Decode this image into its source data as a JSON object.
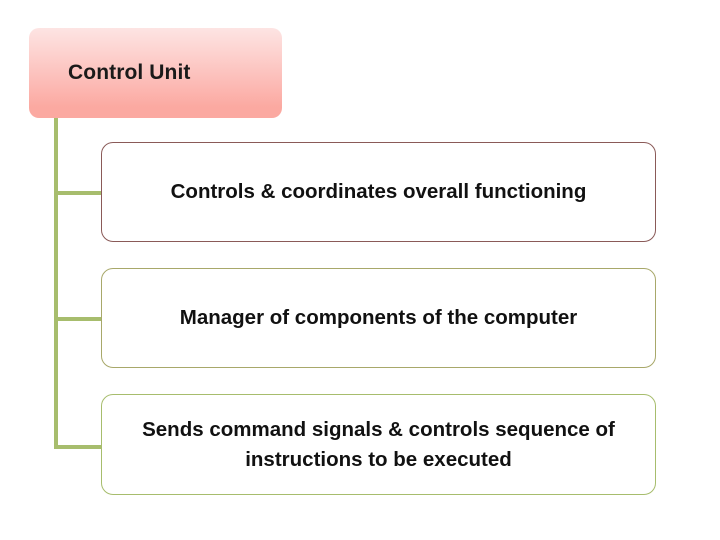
{
  "diagram": {
    "type": "hierarchy-tree",
    "root": {
      "label": "Control Unit",
      "fill_top_color": "#fde4e3",
      "fill_bottom_color": "#fba9a1",
      "text_color": "#1a1a1a"
    },
    "connector": {
      "color": "#a7bd6d",
      "style": "elbow"
    },
    "children": [
      {
        "label": "Controls & coordinates overall functioning",
        "border_color": "#8a5a58",
        "fill_color": "#ffffff",
        "text_color": "#111111"
      },
      {
        "label": "Manager of components of the computer",
        "border_color": "#a8a86a",
        "fill_color": "#ffffff",
        "text_color": "#111111"
      },
      {
        "label": "Sends command signals & controls sequence of instructions to be executed",
        "border_color": "#a7bd6d",
        "fill_color": "#ffffff",
        "text_color": "#111111"
      }
    ]
  }
}
